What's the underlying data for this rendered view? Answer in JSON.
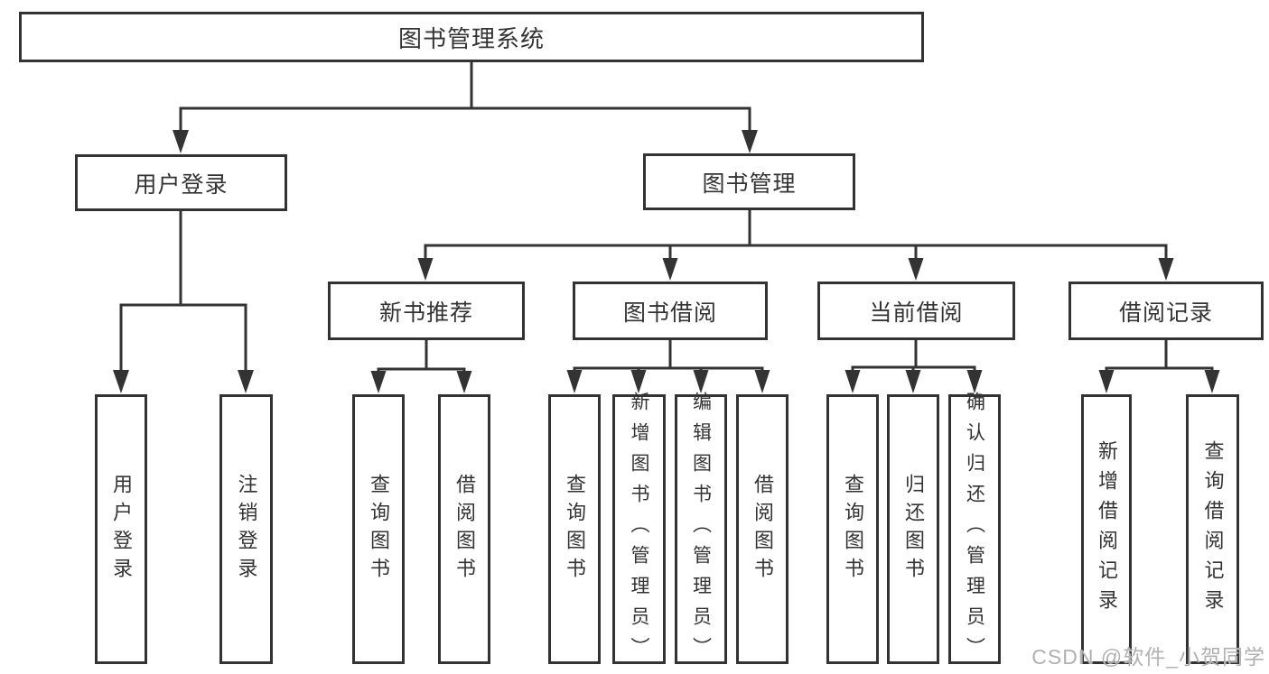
{
  "diagram": {
    "root": {
      "label": "图书管理系统"
    },
    "branches": [
      {
        "label": "用户登录",
        "children": [
          {
            "label": "用户登录"
          },
          {
            "label": "注销登录"
          }
        ]
      },
      {
        "label": "图书管理",
        "children": [
          {
            "label": "新书推荐",
            "children": [
              {
                "label": "查询图书"
              },
              {
                "label": "借阅图书"
              }
            ]
          },
          {
            "label": "图书借阅",
            "children": [
              {
                "label": "查询图书"
              },
              {
                "label": "新增图书（管理员）"
              },
              {
                "label": "编辑图书（管理员）"
              },
              {
                "label": "借阅图书"
              }
            ]
          },
          {
            "label": "当前借阅",
            "children": [
              {
                "label": "查询图书"
              },
              {
                "label": "归还图书"
              },
              {
                "label": "确认归还（管理员）"
              }
            ]
          },
          {
            "label": "借阅记录",
            "children": [
              {
                "label": "新增借阅记录"
              },
              {
                "label": "查询借阅记录"
              }
            ]
          }
        ]
      }
    ]
  },
  "watermark": {
    "text": "CSDN @软件_小贺同学"
  },
  "colors": {
    "line": "#333333",
    "text": "#333333",
    "box_bg": "#ffffff",
    "background": "#ffffff",
    "watermark": "#b0b0b0"
  }
}
